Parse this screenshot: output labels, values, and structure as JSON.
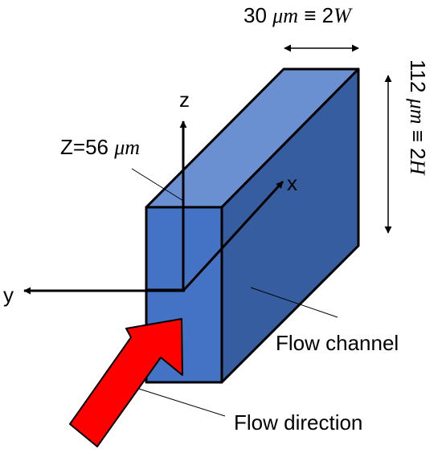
{
  "labels": {
    "width_value": "30",
    "width_unit": "μm",
    "width_equiv": "≡ 2",
    "width_var": "W",
    "height_value": "112",
    "height_unit": "μm",
    "height_equiv": "≡ 2",
    "height_var": "H",
    "z_position": "Z=56",
    "z_position_unit": "μm",
    "axis_x": "x",
    "axis_y": "y",
    "axis_z": "z",
    "flow_channel": "Flow channel",
    "flow_direction": "Flow direction"
  },
  "colors": {
    "front_face": "#4472c4",
    "top_face": "#6a90d2",
    "side_face": "#355da0",
    "flow_arrow": "#ff0000",
    "outline": "#000000"
  },
  "icons": {
    "flow_arrow": "flow-direction-arrow-icon"
  }
}
